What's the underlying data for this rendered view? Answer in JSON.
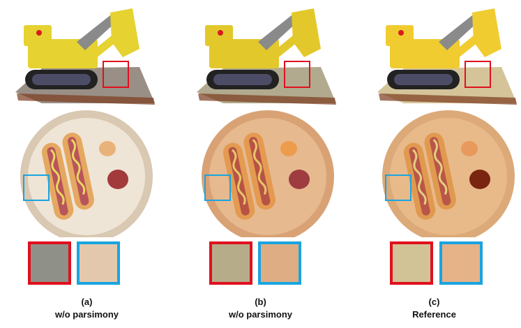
{
  "panels": [
    {
      "id": "a",
      "label": "(a)",
      "subtitle": "w/o parsimony",
      "colors": {
        "plate": "#e8dccb",
        "plate_rim": "#d9c8b2",
        "plate_inner": "#efe5d6",
        "bun": "#e5a860",
        "sausage": "#b8555a",
        "mustard": "#e8d860",
        "ketchup": "#a23a3c",
        "sauce": "#e9b27a",
        "ground": "#9a8f86",
        "loader": "#e6d230",
        "crop_red": "#8f9088",
        "crop_blue": "#e4c8ad"
      }
    },
    {
      "id": "b",
      "label": "(b)",
      "subtitle": "w/o parsimony",
      "colors": {
        "plate": "#e2b287",
        "plate_rim": "#d9a275",
        "plate_inner": "#e6b98f",
        "bun": "#e49a50",
        "sausage": "#b75345",
        "mustard": "#e6c868",
        "ketchup": "#9e3c40",
        "sauce": "#ed9c4b",
        "ground": "#b2aa8e",
        "loader": "#e3c82c",
        "crop_red": "#b6ac8a",
        "crop_blue": "#dfad84"
      }
    },
    {
      "id": "c",
      "label": "(c)",
      "subtitle": "Reference",
      "colors": {
        "plate": "#e5b585",
        "plate_rim": "#dca978",
        "plate_inner": "#e8ba8a",
        "bun": "#e09a50",
        "sausage": "#b95648",
        "mustard": "#e3cf80",
        "ketchup": "#7a2510",
        "sauce": "#e79a5b",
        "ground": "#d5c49a",
        "loader": "#f0cc30",
        "crop_red": "#d2c396",
        "crop_blue": "#e6b288"
      }
    }
  ]
}
